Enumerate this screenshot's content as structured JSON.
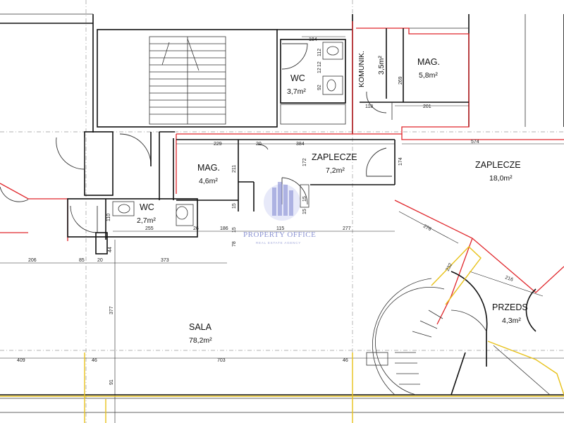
{
  "rooms": [
    {
      "id": "wc-top",
      "name": "WC",
      "area": "3,7m²"
    },
    {
      "id": "komunik",
      "name": "KOMUNIK.",
      "area": "3,5m²"
    },
    {
      "id": "mag-top",
      "name": "MAG.",
      "area": "5,8m²"
    },
    {
      "id": "mag-left",
      "name": "MAG.",
      "area": "4,6m²"
    },
    {
      "id": "zaplecze-mid",
      "name": "ZAPLECZE",
      "area": "7,2m²"
    },
    {
      "id": "zaplecze-right",
      "name": "ZAPLECZE",
      "area": "18,0m²"
    },
    {
      "id": "wc-left",
      "name": "WC",
      "area": "2,7m²"
    },
    {
      "id": "sala",
      "name": "SALA",
      "area": "78,2m²"
    },
    {
      "id": "przeds",
      "name": "PRZEDS",
      "area": "4,3m²"
    }
  ],
  "dimensions": [
    "184",
    "112",
    "12",
    "12",
    "92",
    "269",
    "118",
    "201",
    "574",
    "229",
    "20",
    "384",
    "211",
    "172",
    "174",
    "15",
    "110",
    "255",
    "26",
    "186",
    "115",
    "277",
    "44",
    "206",
    "85",
    "20",
    "373",
    "276",
    "232",
    "216",
    "377",
    "409",
    "46",
    "703",
    "46",
    "91",
    "15",
    "78",
    "15",
    "15"
  ],
  "watermark": {
    "title": "PROPERTY OFFICE",
    "subtitle": "REAL ESTATE AGENCY"
  },
  "colors": {
    "wall": "#111111",
    "boundary": "#e0262b",
    "stairs_highlight": "#e8c21a",
    "watermark": "#6f79c9"
  }
}
